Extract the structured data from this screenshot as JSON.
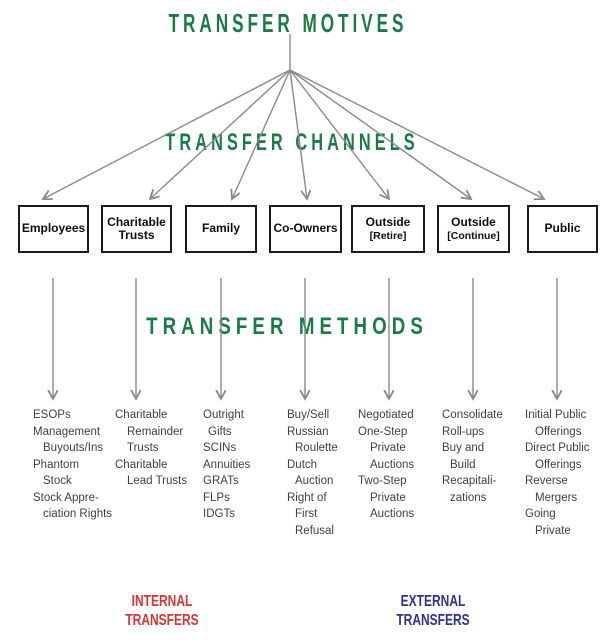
{
  "diagram_type": "tree-flow",
  "headings": {
    "motives": "TRANSFER MOTIVES",
    "channels": "TRANSFER CHANNELS",
    "methods": "TRANSFER METHODS"
  },
  "colors": {
    "heading_green": "#1b7b45",
    "line_gray": "#8a8a8a",
    "box_border": "#1b1b1b",
    "box_text": "#0d0d0d",
    "method_text": "#3f3f3f",
    "internal_red": "#d93535",
    "external_navy": "#2e3192"
  },
  "channels": [
    {
      "label": [
        "Employees"
      ],
      "methods": [
        {
          "text": "ESOPs",
          "indent": false
        },
        {
          "text": "Management",
          "indent": false
        },
        {
          "text": "Buyouts/Ins",
          "indent": true
        },
        {
          "text": "Phantom",
          "indent": false
        },
        {
          "text": "Stock",
          "indent": true
        },
        {
          "text": "Stock Appre-",
          "indent": false
        },
        {
          "text": "ciation Rights",
          "indent": true
        }
      ]
    },
    {
      "label": [
        "Charitable",
        "Trusts"
      ],
      "methods": [
        {
          "text": "Charitable",
          "indent": false
        },
        {
          "text": "Remainder",
          "indent": true
        },
        {
          "text": "Trusts",
          "indent": true
        },
        {
          "text": "Charitable",
          "indent": false
        },
        {
          "text": "Lead Trusts",
          "indent": true
        }
      ]
    },
    {
      "label": [
        "Family"
      ],
      "methods": [
        {
          "text": "Outright",
          "indent": false
        },
        {
          "text": "Gifts",
          "indent": true
        },
        {
          "text": "SCINs",
          "indent": false
        },
        {
          "text": "Annuities",
          "indent": false
        },
        {
          "text": "GRATs",
          "indent": false
        },
        {
          "text": "FLPs",
          "indent": false
        },
        {
          "text": "IDGTs",
          "indent": false
        }
      ]
    },
    {
      "label": [
        "Co-Owners"
      ],
      "methods": [
        {
          "text": "Buy/Sell",
          "indent": false
        },
        {
          "text": "Russian",
          "indent": false
        },
        {
          "text": "Roulette",
          "indent": true
        },
        {
          "text": "Dutch",
          "indent": false
        },
        {
          "text": "Auction",
          "indent": true
        },
        {
          "text": "Right of",
          "indent": false
        },
        {
          "text": "First",
          "indent": true
        },
        {
          "text": "Refusal",
          "indent": true
        }
      ]
    },
    {
      "label": [
        "Outside",
        "[Retire]"
      ],
      "methods": [
        {
          "text": "Negotiated",
          "indent": false
        },
        {
          "text": "One-Step",
          "indent": false
        },
        {
          "text": "Private",
          "indent": true
        },
        {
          "text": "Auctions",
          "indent": true
        },
        {
          "text": "Two-Step",
          "indent": false
        },
        {
          "text": "Private",
          "indent": true
        },
        {
          "text": "Auctions",
          "indent": true
        }
      ]
    },
    {
      "label": [
        "Outside",
        "[Continue]"
      ],
      "methods": [
        {
          "text": "Consolidate",
          "indent": false
        },
        {
          "text": "Roll-ups",
          "indent": false
        },
        {
          "text": "Buy and",
          "indent": false
        },
        {
          "text": "Build",
          "indent": true
        },
        {
          "text": "Recapitali-",
          "indent": false
        },
        {
          "text": "zations",
          "indent": true
        }
      ]
    },
    {
      "label": [
        "Public"
      ],
      "methods": [
        {
          "text": "Initial Public",
          "indent": false
        },
        {
          "text": "Offerings",
          "indent": true
        },
        {
          "text": "Direct Public",
          "indent": false
        },
        {
          "text": "Offerings",
          "indent": true
        },
        {
          "text": "Reverse",
          "indent": false
        },
        {
          "text": "Mergers",
          "indent": true
        },
        {
          "text": "Going",
          "indent": false
        },
        {
          "text": "Private",
          "indent": true
        }
      ]
    }
  ],
  "footers": [
    {
      "lines": [
        "INTERNAL",
        "TRANSFERS"
      ],
      "color_key": "internal_red"
    },
    {
      "lines": [
        "EXTERNAL",
        "TRANSFERS"
      ],
      "color_key": "external_navy"
    }
  ]
}
